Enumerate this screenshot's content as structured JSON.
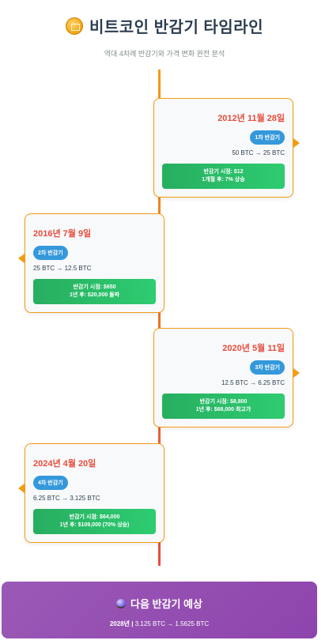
{
  "header": {
    "title": "비트코인 반감기 타임라인",
    "subtitle": "역대 4차례 반감기와 가격 변화 완전 분석"
  },
  "events": [
    {
      "date": "2012년 11월 28일",
      "badge": "1차 반감기",
      "reward": "50 BTC → 25 BTC",
      "price_line1": "반감기 시점: $12",
      "price_line2": "1개월 후: 7% 상승"
    },
    {
      "date": "2016년 7월 9일",
      "badge": "2차 반감기",
      "reward": "25 BTC → 12.5 BTC",
      "price_line1": "반감기 시점: $650",
      "price_line2": "1년 후: $20,000 돌파"
    },
    {
      "date": "2020년 5월 11일",
      "badge": "3차 반감기",
      "reward": "12.5 BTC → 6.25 BTC",
      "price_line1": "반감기 시점: $8,800",
      "price_line2": "1년 후: $68,000 최고가"
    },
    {
      "date": "2024년 4월 20일",
      "badge": "4차 반감기",
      "reward": "6.25 BTC → 3.125 BTC",
      "price_line1": "반감기 시점: $64,000",
      "price_line2": "1년 후: $109,000 (70% 상승)"
    }
  ],
  "next": {
    "icon": "crystal-ball-icon",
    "title": "다음 반감기 예상",
    "year": "2028년",
    "separator": "|",
    "reward": "3.125 BTC → 1.5625 BTC"
  },
  "colors": {
    "accent": "#f39c12",
    "date": "#e74c3c",
    "badge": "#3498db",
    "price": "#27ae60",
    "next_bg": "#9b59b6"
  }
}
